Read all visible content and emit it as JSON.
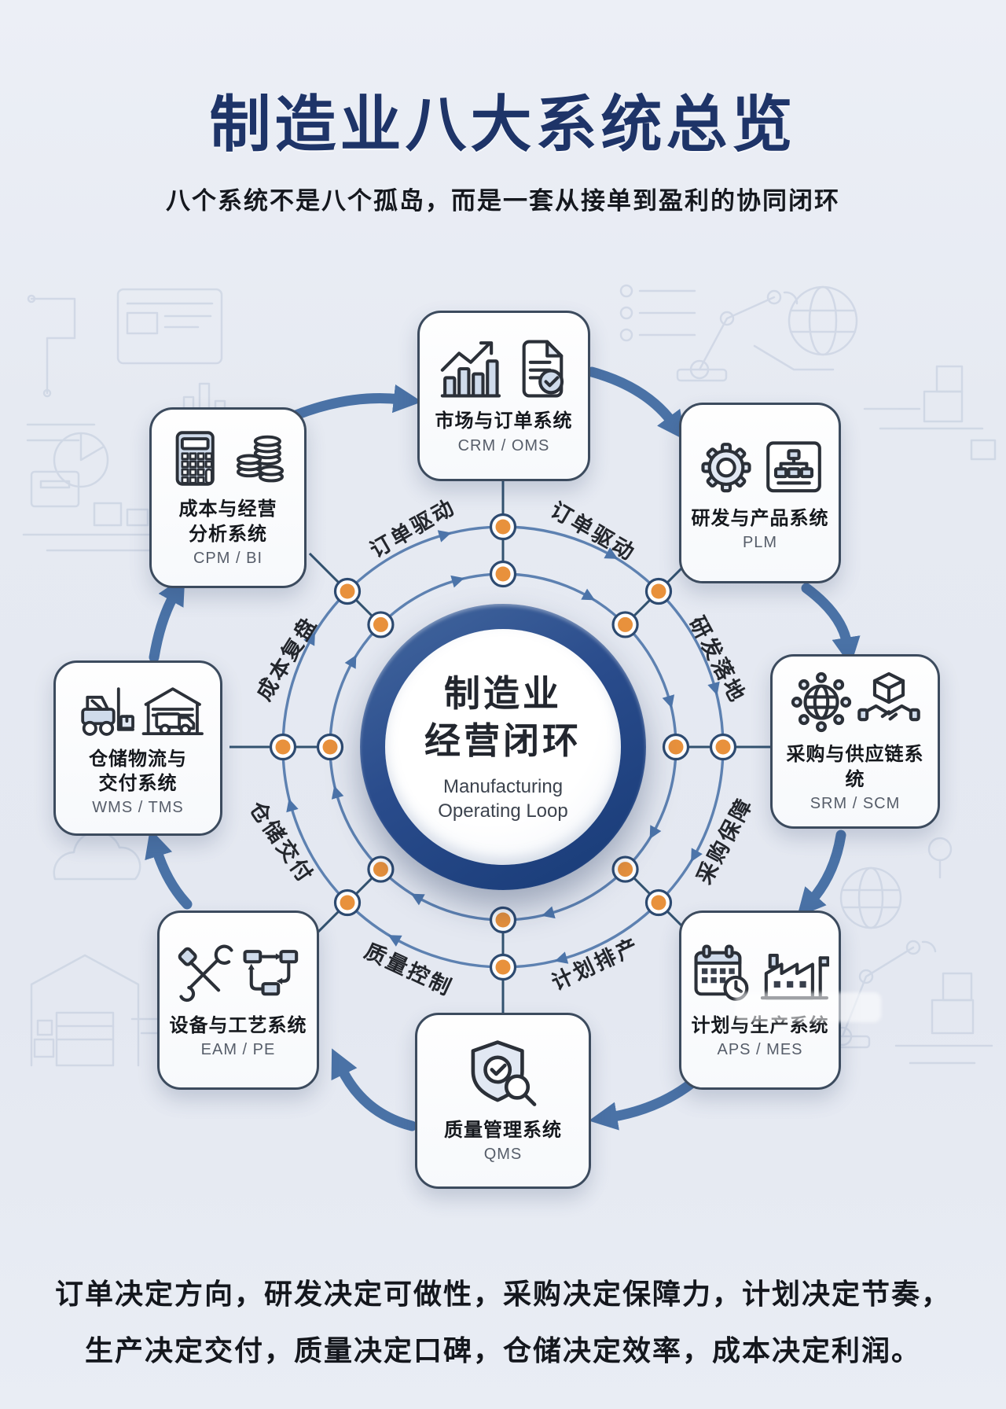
{
  "page": {
    "title": "制造业八大系统总览",
    "subtitle": "八个系统不是八个孤岛，而是一套从接单到盈利的协同闭环",
    "footer": {
      "line1": "订单决定方向，研发决定可做性，采购决定保障力，计划决定节奏，",
      "line2": "生产决定交付，质量决定口碑，仓储决定效率，成本决定利润。"
    }
  },
  "center": {
    "title_line1": "制造业",
    "title_line2": "经营闭环",
    "subtitle_line1": "Manufacturing",
    "subtitle_line2": "Operating Loop"
  },
  "systems": [
    {
      "position": "top",
      "title": "市场与订单系统",
      "abbr": "CRM / OMS",
      "icons": [
        "bar-chart",
        "order-document"
      ]
    },
    {
      "position": "top-right",
      "title": "研发与产品系统",
      "abbr": "PLM",
      "icons": [
        "gear",
        "blueprint"
      ]
    },
    {
      "position": "right",
      "title": "采购与供应链系统",
      "abbr": "SRM / SCM",
      "icons": [
        "supply-network",
        "handshake-box"
      ]
    },
    {
      "position": "bottom-right",
      "title": "计划与生产系统",
      "abbr": "APS / MES",
      "icons": [
        "production-calendar",
        "factory"
      ]
    },
    {
      "position": "bottom",
      "title": "质量管理系统",
      "abbr": "QMS",
      "icons": [
        "quality-shield-magnifier"
      ]
    },
    {
      "position": "bottom-left",
      "title": "设备与工艺系统",
      "abbr": "EAM / PE",
      "icons": [
        "tools",
        "process-flow"
      ]
    },
    {
      "position": "left",
      "title": "仓储物流与\n交付系统",
      "abbr": "WMS / TMS",
      "icons": [
        "forklift",
        "warehouse-truck"
      ]
    },
    {
      "position": "top-left",
      "title": "成本与经营\n分析系统",
      "abbr": "CPM / BI",
      "icons": [
        "calculator",
        "coins"
      ]
    }
  ],
  "flow_labels": [
    {
      "position": "top-left-arc",
      "text": "订单驱动"
    },
    {
      "position": "top-right-arc",
      "text": "订单驱动"
    },
    {
      "position": "right-upper-arc",
      "text": "研发落地"
    },
    {
      "position": "right-lower-arc",
      "text": "采购保障"
    },
    {
      "position": "bottom-right-arc",
      "text": "计划排产"
    },
    {
      "position": "bottom-left-arc",
      "text": "质量控制"
    },
    {
      "position": "left-lower-arc",
      "text": "仓储交付"
    },
    {
      "position": "left-upper-arc",
      "text": "成本复盘"
    }
  ],
  "colors": {
    "background": "#E7EBF2",
    "title_navy": "#1E3468",
    "ring_navy": "#24457F",
    "loop_blue": "#4A72A6",
    "node_orange": "#E8913C",
    "box_border": "#3C4B5E"
  }
}
